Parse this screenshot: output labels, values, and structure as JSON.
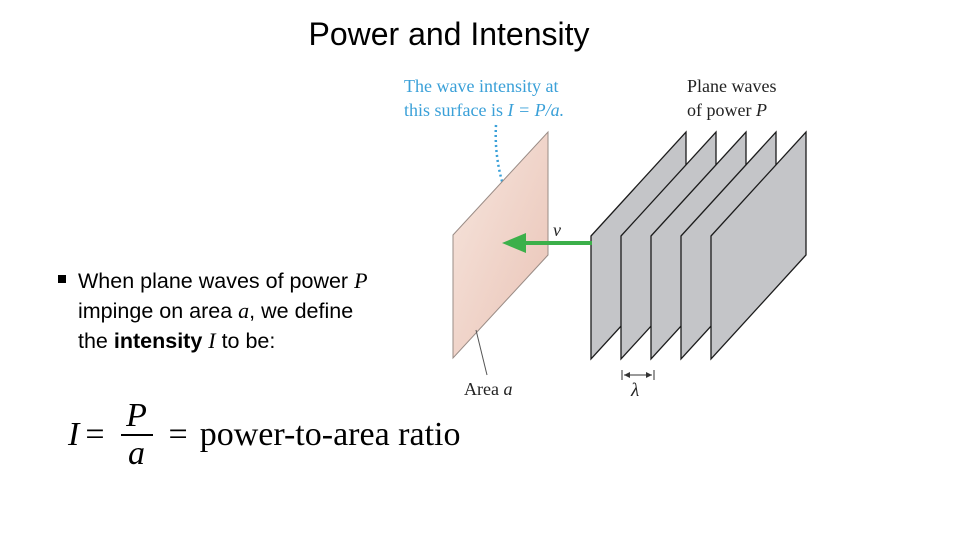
{
  "slide": {
    "title": "Power and Intensity"
  },
  "bullet": {
    "part1": "When plane waves of power ",
    "p_symbol": "P",
    "part2": " impinge on area ",
    "a_symbol": "a",
    "part3": ", we define the ",
    "bold_word": "intensity",
    "part4": " ",
    "i_symbol": "I",
    "part5": " to be:"
  },
  "formula": {
    "lhs": "I",
    "eq1": "=",
    "numerator": "P",
    "denominator": "a",
    "eq2": "=",
    "rhs": "power-to-area ratio"
  },
  "figure": {
    "callout_line1": "The wave intensity at",
    "callout_line2_prefix": "this surface is ",
    "callout_line2_formula": "I = P/a.",
    "waves_line1": "Plane waves",
    "waves_line2_prefix": "of power ",
    "waves_line2_symbol": "P",
    "velocity_label": "v",
    "area_label_prefix": "Area ",
    "area_label_symbol": "a",
    "wavelength_label": "λ",
    "colors": {
      "callout_text": "#3aa0d8",
      "arrow_green": "#3cb04a",
      "surface_fill": "#f3d9cf",
      "wavefront_fill": "#c4c5c8"
    }
  }
}
